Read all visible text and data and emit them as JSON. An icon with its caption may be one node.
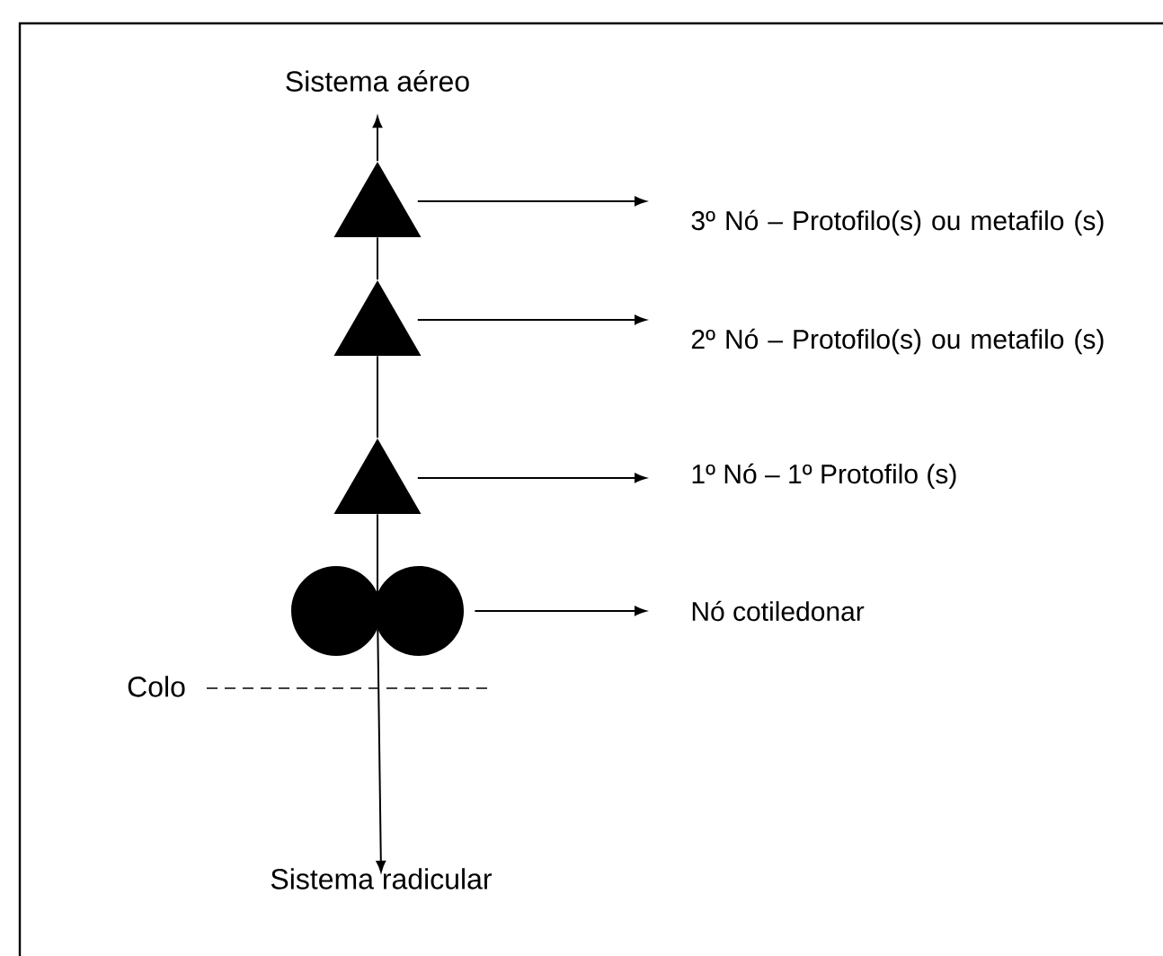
{
  "diagram": {
    "nodes": [
      {
        "text": [
          "Sistema aéreo"
        ]
      },
      {
        "text": [],
        "shape": "triangle"
      },
      {
        "text": [],
        "shape": "triangle"
      },
      {
        "text": [],
        "shape": "triangle"
      },
      {
        "text": [],
        "shape": "circle"
      },
      {
        "text": [
          "Sistema radicular"
        ]
      },
      {
        "text": [
          "3º Nó – Protofilo(s) ou metafilo (s)"
        ]
      },
      {
        "text": [
          "2º Nó – Protofilo(s) ou metafilo (s)"
        ]
      },
      {
        "text": [
          "1º Nó – 1º Protofilo (s)"
        ]
      },
      {
        "text": [
          "Nó cotiledonar"
        ]
      }
    ],
    "edges": [
      {
        "from": 1,
        "to": 0,
        "arrow": "to"
      },
      {
        "from": 2,
        "to": 1,
        "arrow": "none"
      },
      {
        "from": 3,
        "to": 2,
        "arrow": "none"
      },
      {
        "from": 4,
        "to": 3,
        "arrow": "none"
      },
      {
        "from": 4,
        "to": 5,
        "arrow": "to"
      },
      {
        "from": 1,
        "to": 6,
        "arrow": "to"
      },
      {
        "from": 2,
        "to": 7,
        "arrow": "to"
      },
      {
        "from": 3,
        "to": 8,
        "arrow": "to"
      },
      {
        "from": 4,
        "to": 9,
        "arrow": "to"
      }
    ],
    "labels": [
      "Colo"
    ]
  }
}
